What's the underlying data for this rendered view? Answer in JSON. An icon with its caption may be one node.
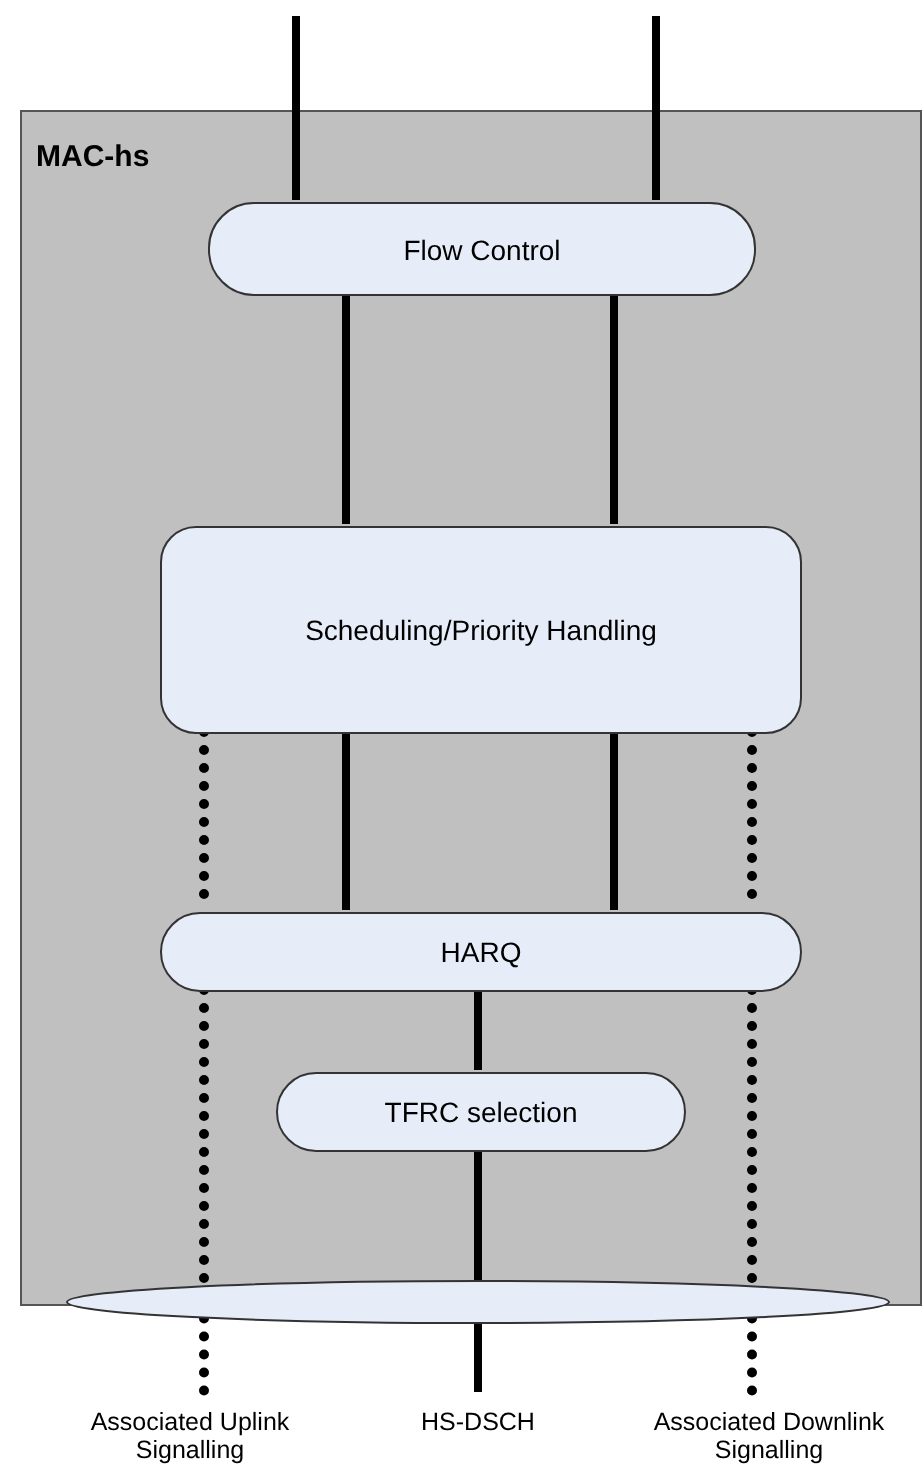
{
  "diagram": {
    "nodes": [
      {
        "text": [
          "MAC-hs"
        ]
      },
      {
        "text": [
          "Flow Control"
        ],
        "in": 0
      },
      {
        "text": [
          "Scheduling/Priority Handling"
        ],
        "in": 0
      },
      {
        "text": [
          "HARQ"
        ],
        "in": 0
      },
      {
        "text": [
          "TFRC selection"
        ],
        "in": 0
      },
      {
        "text": [],
        "shape": "ellipse"
      },
      {
        "text": [
          "Associated Uplink Signalling"
        ]
      },
      {
        "text": [
          "HS-DSCH"
        ]
      },
      {
        "text": [
          "Associated Downlink Signalling"
        ]
      }
    ],
    "edges": [
      {
        "from": null,
        "to": 1,
        "arrow": "none"
      },
      {
        "from": null,
        "to": 1,
        "arrow": "none"
      },
      {
        "from": 1,
        "to": 2,
        "arrow": "none"
      },
      {
        "from": 1,
        "to": 2,
        "arrow": "none"
      },
      {
        "from": 2,
        "to": 3,
        "arrow": "none"
      },
      {
        "from": 2,
        "to": 3,
        "arrow": "none"
      },
      {
        "from": 2,
        "to": 3,
        "arrow": "none",
        "style": "dashed"
      },
      {
        "from": 2,
        "to": 3,
        "arrow": "none",
        "style": "dashed"
      },
      {
        "from": 3,
        "to": 4,
        "arrow": "none"
      },
      {
        "from": 4,
        "to": 5,
        "arrow": "none"
      },
      {
        "from": 3,
        "to": 5,
        "arrow": "none",
        "style": "dashed"
      },
      {
        "from": 3,
        "to": 5,
        "arrow": "none",
        "style": "dashed"
      },
      {
        "from": 5,
        "to": 6,
        "arrow": "none",
        "style": "dashed"
      },
      {
        "from": 5,
        "to": 7,
        "arrow": "none"
      },
      {
        "from": 5,
        "to": 8,
        "arrow": "none",
        "style": "dashed"
      }
    ]
  }
}
